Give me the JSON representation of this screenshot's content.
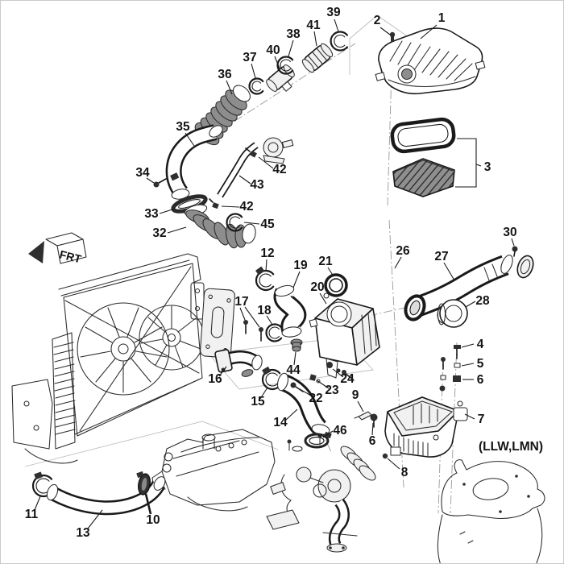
{
  "ink": "#1a1a1a",
  "background": "#ffffff",
  "front_marker": "FRT",
  "variant_note": "(LLW,LMN)",
  "callouts": [
    "1",
    "2",
    "3",
    "4",
    "5",
    "6",
    "6",
    "7",
    "8",
    "9",
    "10",
    "11",
    "12",
    "13",
    "14",
    "15",
    "16",
    "17",
    "18",
    "19",
    "20",
    "21",
    "22",
    "23",
    "24",
    "26",
    "27",
    "28",
    "30",
    "32",
    "33",
    "34",
    "35",
    "36",
    "37",
    "38",
    "39",
    "40",
    "41",
    "42",
    "42",
    "43",
    "44",
    "45",
    "46"
  ]
}
